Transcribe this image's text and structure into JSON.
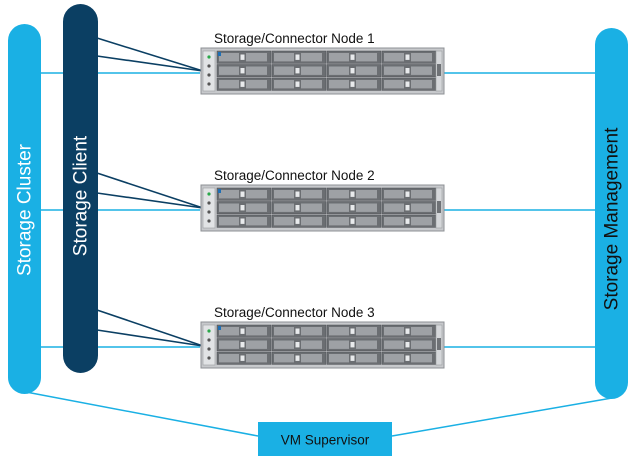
{
  "diagram": {
    "colors": {
      "cluster": "#1ab0e4",
      "client": "#0b3f63",
      "management": "#1ab0e4",
      "supervisor": "#1ab0e4",
      "client_link": "#0b3f63",
      "server_body": "#c7c9cc",
      "server_bay": "#6b6e72"
    },
    "bars": {
      "cluster": {
        "label": "Storage Cluster",
        "text_color": "#ffffff"
      },
      "client": {
        "label": "Storage Client",
        "text_color": "#ffffff"
      },
      "management": {
        "label": "Storage Management",
        "text_color": "#111111"
      }
    },
    "nodes": [
      {
        "title": "Storage/Connector Node 1"
      },
      {
        "title": "Storage/Connector Node 2"
      },
      {
        "title": "Storage/Connector Node 3"
      }
    ],
    "supervisor": {
      "label": "VM Supervisor"
    }
  }
}
